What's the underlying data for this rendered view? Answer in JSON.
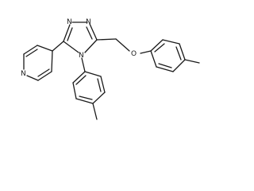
{
  "molecule": {
    "atom_labels": {
      "triazole_n1": "N",
      "triazole_n2": "N",
      "triazole_n4": "N",
      "pyridine_n": "N",
      "ether_o": "O"
    },
    "colors": {
      "bond": "#1a1a1a",
      "label": "#1a1a1a",
      "background": "#ffffff"
    }
  }
}
